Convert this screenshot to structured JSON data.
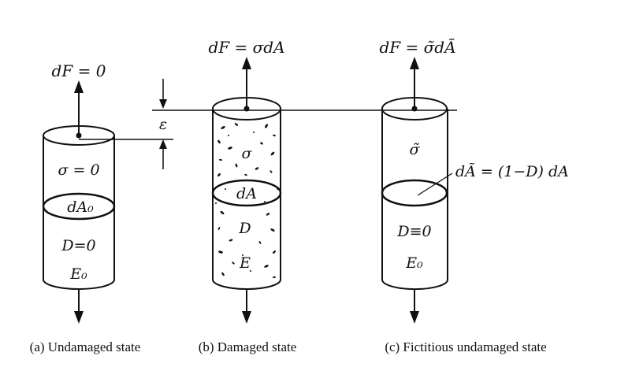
{
  "panels": {
    "a": {
      "force_label": "dF = 0",
      "stress_label": "σ = 0",
      "area_label": "dA₀",
      "damage_label": "D=0",
      "modulus_label": "E₀",
      "caption": "(a) Undamaged state"
    },
    "b": {
      "force_label": "dF = σdA",
      "stress_label": "σ",
      "area_label": "dA",
      "damage_label": "D",
      "modulus_label": "E",
      "caption": "(b) Damaged state"
    },
    "c": {
      "force_label": "dF = σ̃dÃ",
      "stress_label": "σ̃",
      "area_label": "dÃ = (1−D) dA",
      "damage_label": "D≡0",
      "modulus_label": "E₀",
      "caption": "(c) Fictitious undamaged state"
    }
  },
  "strain_label": "ε",
  "colors": {
    "line": "#111111",
    "background": "#ffffff"
  }
}
